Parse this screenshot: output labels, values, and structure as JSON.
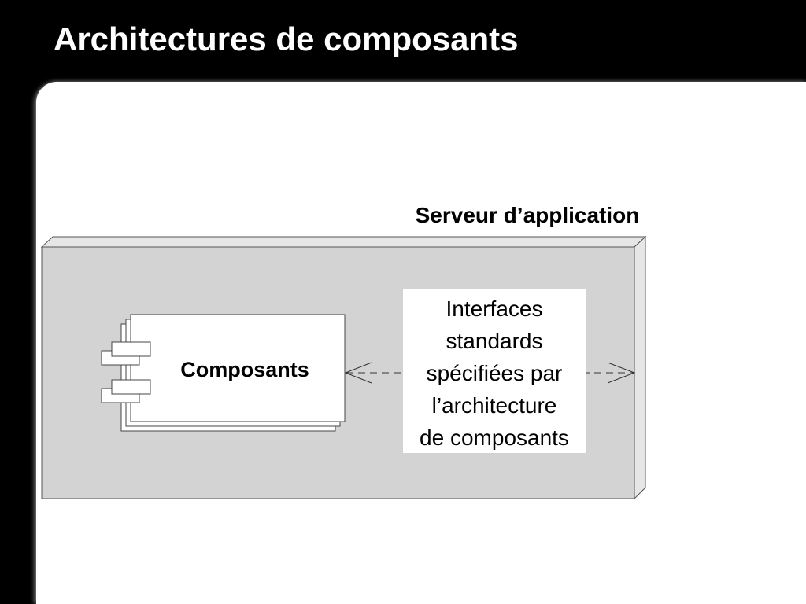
{
  "slide": {
    "title": "Architectures de composants"
  },
  "diagram": {
    "server_node_label": "Serveur d’application",
    "component_label": "Composants",
    "interfaces_note_lines": [
      "Interfaces",
      "standards",
      "spécifiées par",
      "l’architecture",
      "de composants"
    ]
  },
  "colors": {
    "background": "#000000",
    "panel": "#ffffff",
    "node_fill": "#d3d3d3",
    "node_side": "#e6e6e6",
    "title_text": "#ffffff"
  }
}
